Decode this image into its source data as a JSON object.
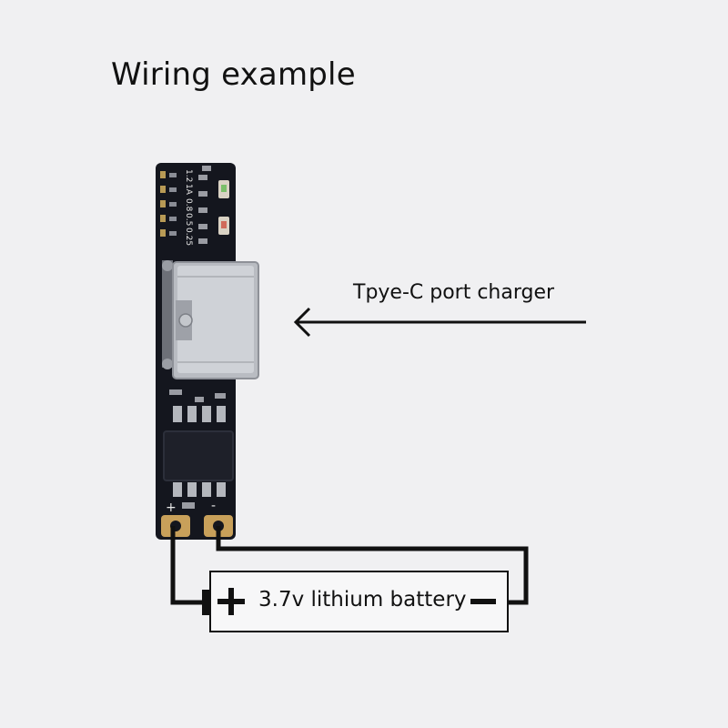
{
  "diagram": {
    "title": "Wiring example",
    "callout_label": "Tpye-C port charger",
    "battery_label": "3.7v lithium battery",
    "board": {
      "current_labels": [
        "1.2",
        "1A",
        "0.8",
        "0.5",
        "0.25"
      ],
      "plus_sign": "+",
      "minus_sign": "-"
    },
    "battery": {
      "plus_sign": "+",
      "minus_sign": "−"
    }
  },
  "colors": {
    "background": "#f0f0f2",
    "pcb": "#14161e",
    "wire": "#111111",
    "pad_gold": "#c8a05a",
    "usb_metal": "#b9bcc2"
  }
}
